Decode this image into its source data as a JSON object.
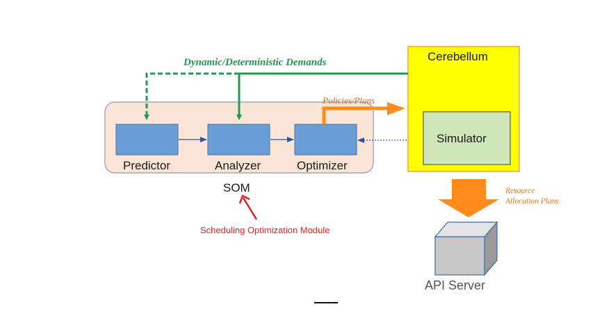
{
  "diagram": {
    "som_container": {
      "caption": "SOM"
    },
    "modules": [
      {
        "id": "predictor",
        "label": "Predictor"
      },
      {
        "id": "analyzer",
        "label": "Analyzer"
      },
      {
        "id": "optimizer",
        "label": "Optimizer"
      }
    ],
    "cerebellum": {
      "title": "Cerebellum",
      "simulator_label": "Simulator"
    },
    "edges": {
      "demands": "Dynamic/Deterministic Demands",
      "policies": "Policies/Plans",
      "resource_line1": "Resource",
      "resource_line2": "Allocation Plans"
    },
    "api_server": {
      "label": "API Server"
    },
    "annotation": {
      "text": "Scheduling Optimization Module"
    },
    "colors": {
      "module_fill": "#6a9ed6",
      "som_fill": "#fbe5d6",
      "cerebellum_fill": "#ffff00",
      "simulator_fill": "#cfe6b8",
      "green_arrow": "#1f9a55",
      "orange_arrow": "#ff8c1a",
      "blue_arrow": "#2e4fa3",
      "red_arrow": "#e8201c"
    }
  }
}
